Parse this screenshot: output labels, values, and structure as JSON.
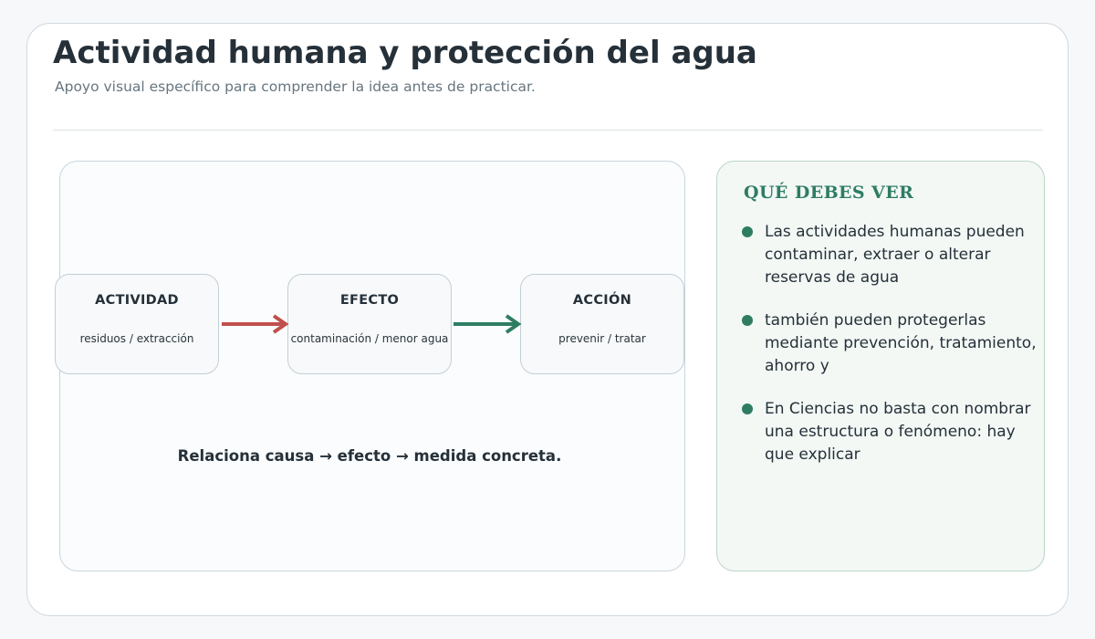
{
  "header": {
    "title": "Actividad humana y protección del agua",
    "subtitle": "Apoyo visual específico para comprender la idea antes de practicar."
  },
  "diagram": {
    "nodes": [
      {
        "title": "ACTIVIDAD",
        "subtitle": "residuos / extracción"
      },
      {
        "title": "EFECTO",
        "subtitle": "contaminación / menor agua"
      },
      {
        "title": "ACCIÓN",
        "subtitle": "prevenir / tratar"
      }
    ],
    "caption": "Relaciona causa → efecto → medida concreta.",
    "colors": {
      "arrow_cause": "#c0504d",
      "arrow_action": "#2e7d63"
    }
  },
  "info": {
    "heading": "QUÉ DEBES VER",
    "bullets": [
      "Las actividades humanas pueden contaminar, extraer o alterar reservas de agua",
      "también pueden protegerlas mediante prevención, tratamiento, ahorro y",
      "En Ciencias no basta con nombrar una estructura o fenómeno: hay que explicar"
    ],
    "accent_color": "#2e7d63"
  }
}
